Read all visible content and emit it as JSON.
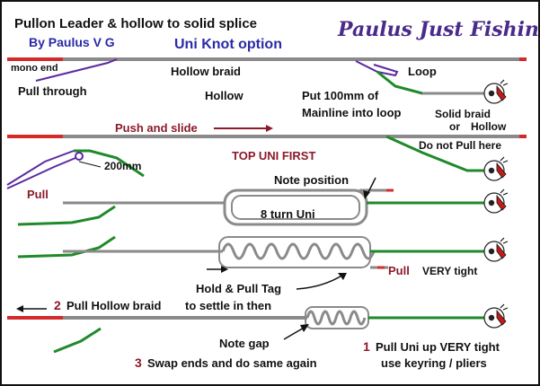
{
  "header": {
    "title": "Pullon Leader & hollow to solid splice",
    "byline": "By Paulus V G",
    "option": "Uni Knot option",
    "brand": "Paulus Just Fishing"
  },
  "labels": {
    "mono_end": "mono end",
    "pull_through": "Pull through",
    "hollow_braid": "Hollow braid",
    "hollow": "Hollow",
    "put_mainline_1": "Put 100mm of",
    "put_mainline_2": "Mainline into loop",
    "loop": "Loop",
    "solid_braid": "Solid braid",
    "or": "or",
    "hollow2": "Hollow",
    "push_slide": "Push and slide",
    "top_uni_first": "TOP UNI FIRST",
    "do_not_pull": "Do not Pull here",
    "len_200": "200mm",
    "pull": "Pull",
    "note_position": "Note position",
    "turn_uni": "8 turn Uni",
    "pull_tight": "Pull",
    "very_tight": "VERY tight",
    "hold_pull_tag": "Hold & Pull Tag",
    "step2_num": "2",
    "step2_text": "Pull  Hollow braid",
    "step2_tail": "to settle in then",
    "note_gap": "Note gap",
    "step3_num": "3",
    "step3_text": "Swap ends and do same again",
    "step1_num": "1",
    "step1_text": "Pull Uni up VERY tight",
    "step1_sub": "use keyring / pliers"
  },
  "colors": {
    "mono": "#d42a2a",
    "hollow_braid": "#8a8a8a",
    "solid_braid": "#1f8a2a",
    "needle": "#5a2aa0",
    "accent_text": "#8b1a2a",
    "title_blue": "#2a2aa8",
    "brand_purple": "#4a2a8a"
  },
  "icons": [
    "reel-icon"
  ]
}
